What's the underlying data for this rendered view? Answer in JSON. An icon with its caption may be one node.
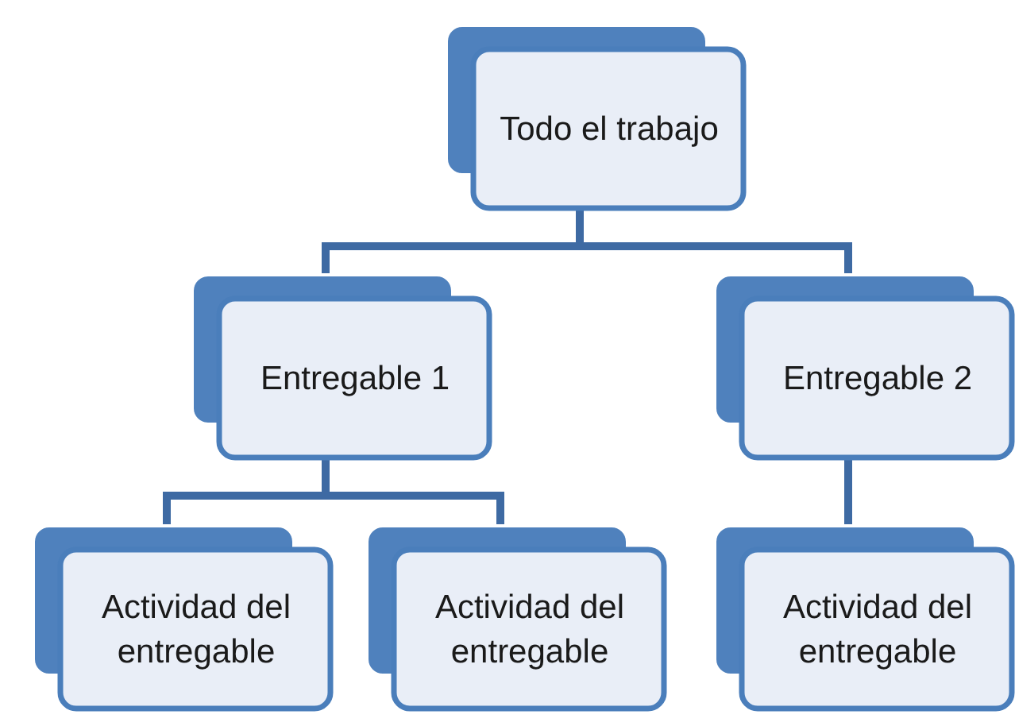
{
  "diagram": {
    "nodes": [
      {
        "text": [
          "Todo el trabajo"
        ]
      },
      {
        "text": [
          "Entregable 1"
        ]
      },
      {
        "text": [
          "Entregable 2"
        ]
      },
      {
        "text": [
          "Actividad del entregable"
        ]
      },
      {
        "text": [
          "Actividad del entregable"
        ]
      },
      {
        "text": [
          "Actividad del entregable"
        ]
      }
    ],
    "edges": [
      {
        "from": 0,
        "to": 1,
        "arrow": "none"
      },
      {
        "from": 0,
        "to": 2,
        "arrow": "none"
      },
      {
        "from": 1,
        "to": 3,
        "arrow": "none"
      },
      {
        "from": 1,
        "to": 4,
        "arrow": "none"
      },
      {
        "from": 2,
        "to": 5,
        "arrow": "none"
      }
    ]
  }
}
